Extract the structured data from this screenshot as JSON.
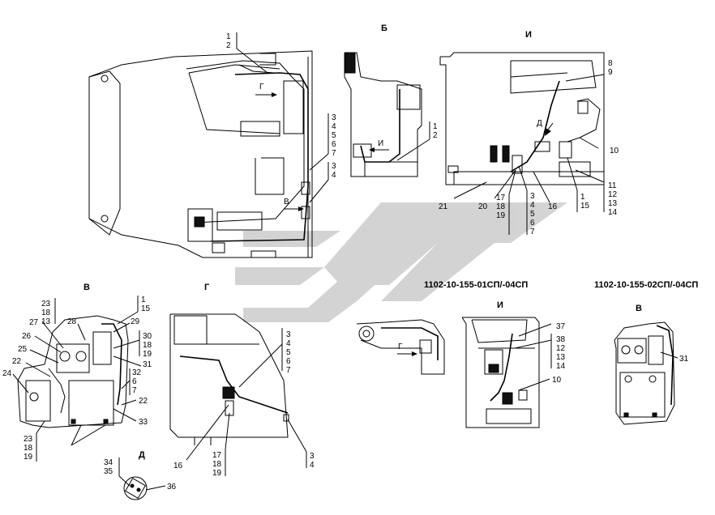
{
  "views": {
    "main": {
      "arrow_g": "Г",
      "arrow_v": "В",
      "callouts": [
        "1",
        "2",
        "3",
        "4",
        "5",
        "6",
        "7",
        "3",
        "4"
      ]
    },
    "b": {
      "title": "Б",
      "arrow_i": "И",
      "callouts": [
        "1",
        "2"
      ]
    },
    "i_top": {
      "title": "И",
      "arrow_d": "Д",
      "callouts": [
        "8",
        "9",
        "10",
        "11",
        "12",
        "13",
        "14",
        "21",
        "20",
        "17",
        "18",
        "19",
        "3",
        "4",
        "5",
        "6",
        "7",
        "16",
        "1",
        "15"
      ]
    },
    "v_left": {
      "title": "В",
      "callouts": [
        "1",
        "15",
        "23",
        "18",
        "13",
        "27",
        "28",
        "26",
        "25",
        "22",
        "24",
        "29",
        "30",
        "18",
        "19",
        "31",
        "32",
        "6",
        "7",
        "22",
        "33",
        "23",
        "18",
        "19"
      ]
    },
    "g": {
      "title": "Г",
      "callouts": [
        "3",
        "4",
        "5",
        "6",
        "7",
        "16",
        "17",
        "18",
        "19",
        "3",
        "4"
      ]
    },
    "d": {
      "title": "Д",
      "callouts": [
        "34",
        "35",
        "36"
      ]
    },
    "variant1": {
      "header": "1102-10-155-01СП/-04СП",
      "title": "И",
      "arrow_g": "Г",
      "callouts": [
        "37",
        "38",
        "12",
        "13",
        "14",
        "10"
      ]
    },
    "variant2": {
      "header": "1102-10-155-02СП/-04СП",
      "title": "В",
      "callouts": [
        "31"
      ]
    }
  },
  "colors": {
    "line": "#000000",
    "watermark": "#c8c8c8"
  }
}
